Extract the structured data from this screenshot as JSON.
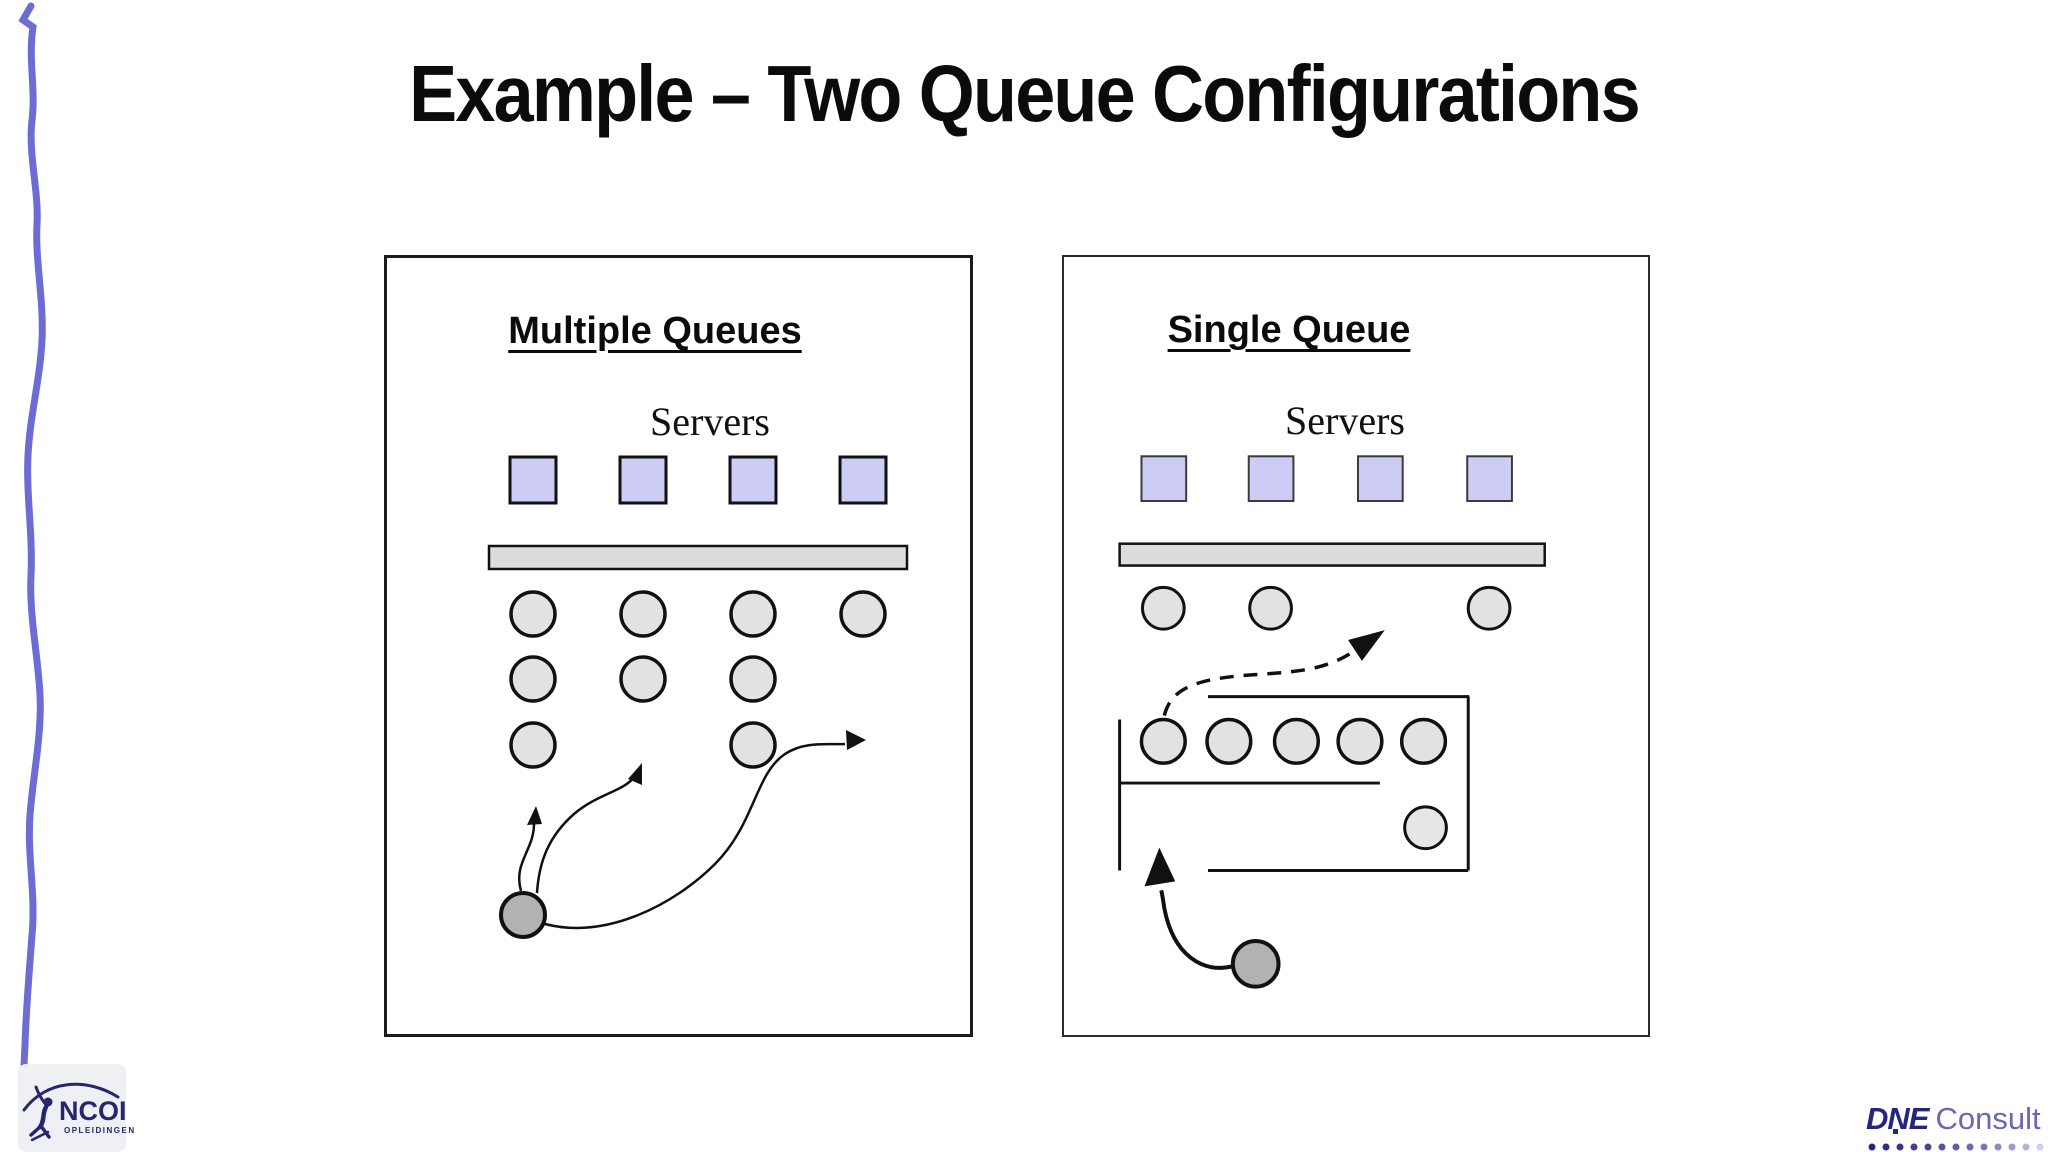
{
  "slide": {
    "title": "Example – Two Queue Configurations"
  },
  "panels": [
    {
      "id": "multiple-queues",
      "title": "Multiple Queues",
      "servers_label": "Servers",
      "figures": {
        "servers": 4,
        "waiting_circles_per_row": [
          4,
          3,
          2
        ],
        "arriving_customers": 1,
        "choice_arrows": 3
      }
    },
    {
      "id": "single-queue",
      "title": "Single Queue",
      "servers_label": "Servers",
      "figures": {
        "servers": 4,
        "customers_at_counter": 3,
        "circles_in_queue_front_row": 5,
        "circles_in_queue_back_row": 1,
        "arriving_customers": 1,
        "dashed_arrows_to_server": 1
      }
    }
  ],
  "footer": {
    "ncoi": {
      "name": "NCOI",
      "subtitle": "OPLEIDINGEN"
    },
    "dne": {
      "brand": "DNE",
      "suffix": "Consult"
    }
  },
  "colors": {
    "server_box_fill": "#ccccf4",
    "counter_bar_fill": "#dcdcdc",
    "customer_fill": "#e2e2e2",
    "arriving_customer_fill": "#b2b2b2",
    "line_color": "#111111",
    "squiggle_color": "#6c6cd4",
    "logo_navy": "#26267e",
    "background": "#ffffff"
  }
}
